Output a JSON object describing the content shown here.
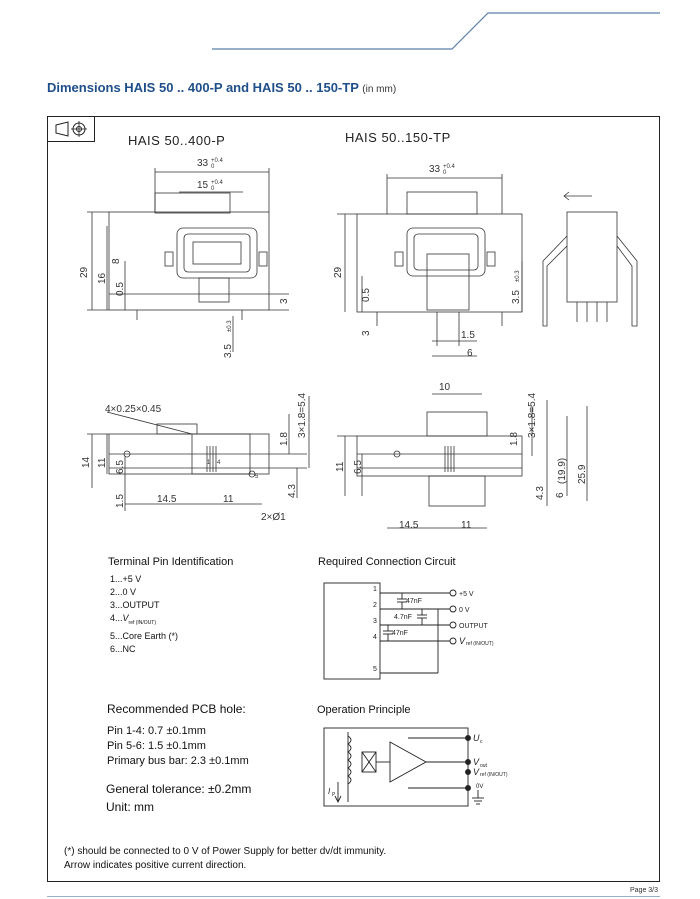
{
  "header": {
    "title": "Dimensions HAIS 50 .. 400-P and HAIS 50 .. 150-TP",
    "title_unit": "(in mm)"
  },
  "drawing": {
    "model_left": "HAIS 50..400-P",
    "model_right": "HAIS 50..150-TP",
    "dims": {
      "w33": "33",
      "w15": "15",
      "tol_top": "+0.4",
      "tol_bot": "0",
      "h29": "29",
      "h16": "16",
      "h0_5": "0.5",
      "h8": "8",
      "h3": "3",
      "h3_5": "3.5",
      "tol_03": "±0.3",
      "w1_5": "1.5",
      "w6": "6",
      "w10": "10",
      "pins_spec": "4×0.25×0.45",
      "h1_8": "1.8",
      "pitch": "3×1.8=5.4",
      "h14": "14",
      "h11": "11",
      "h6_5": "6.5",
      "w14_5": "14.5",
      "h4_3": "4.3",
      "hole": "2×Ø1",
      "h19_9": "(19.9)",
      "h25_9": "25.9",
      "pin1": "1",
      "pin4": "4",
      "pin5": "5"
    }
  },
  "terminals": {
    "title": "Terminal Pin Identification",
    "pins": [
      {
        "num": "1...",
        "label": "+5 V",
        "sub": ""
      },
      {
        "num": "2...",
        "label": "0 V",
        "sub": ""
      },
      {
        "num": "3...",
        "label": "OUTPUT",
        "sub": ""
      },
      {
        "num": "4...",
        "label": "V",
        "sub": "ref (IN/OUT)"
      },
      {
        "num": "5...",
        "label": "Core Earth (*)",
        "sub": ""
      },
      {
        "num": "6...",
        "label": "NC",
        "sub": ""
      }
    ]
  },
  "circuit": {
    "title": "Required Connection Circuit",
    "cap1": "47nF",
    "cap2": "4.7nF",
    "cap3": "47nF",
    "out_plus5": "+5 V",
    "out_0v": "0 V",
    "out_output": "OUTPUT",
    "out_vref": "V",
    "out_vref_sub": "ref (IN/OUT)",
    "pin_labels": [
      "1",
      "2",
      "3",
      "4",
      "5"
    ]
  },
  "pcb": {
    "title": "Recommended PCB hole:",
    "lines": [
      "Pin 1-4: 0.7 ±0.1mm",
      "Pin 5-6: 1.5 ±0.1mm",
      "Primary bus bar: 2.3 ±0.1mm"
    ],
    "tolerance": "General tolerance: ±0.2mm",
    "unit": "Unit: mm"
  },
  "operation": {
    "title": "Operation Principle",
    "uc": "U",
    "uc_sub": "c",
    "vout": "V",
    "vout_sub": "out",
    "vref": "V",
    "vref_sub": "ref (IN/OUT)",
    "zero": "0V",
    "ip": "I",
    "ip_sub": "P"
  },
  "footnote": {
    "line1": "(*) should be connected to 0 V of Power Supply for better dv/dt immunity.",
    "line2": "Arrow indicates positive current direction."
  },
  "footer": {
    "page": "Page 3/3"
  },
  "colors": {
    "title_blue": "#1f4f8a",
    "header_line": "#5b7fa8"
  }
}
